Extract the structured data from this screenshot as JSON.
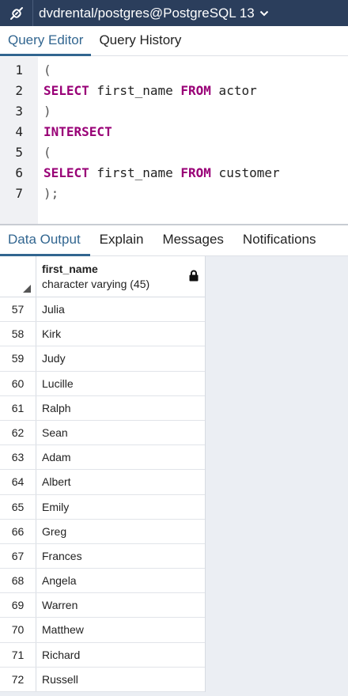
{
  "connection": {
    "title": "dvdrental/postgres@PostgreSQL 13"
  },
  "editor_tabs": [
    {
      "label": "Query Editor"
    },
    {
      "label": "Query History"
    }
  ],
  "editor": {
    "lines": [
      {
        "number": "1",
        "text": "("
      },
      {
        "number": "2",
        "keyword1": "SELECT",
        "mid": " first_name ",
        "keyword2": "FROM",
        "tail": " actor"
      },
      {
        "number": "3",
        "text": ")"
      },
      {
        "number": "4",
        "keyword1": "INTERSECT"
      },
      {
        "number": "5",
        "text": "("
      },
      {
        "number": "6",
        "keyword1": "SELECT",
        "mid": " first_name ",
        "keyword2": "FROM",
        "tail": " customer"
      },
      {
        "number": "7",
        "text": ");"
      }
    ]
  },
  "output_tabs": [
    {
      "label": "Data Output"
    },
    {
      "label": "Explain"
    },
    {
      "label": "Messages"
    },
    {
      "label": "Notifications"
    }
  ],
  "grid": {
    "column": {
      "name": "first_name",
      "type": "character varying (45)"
    },
    "rows": [
      {
        "num": "57",
        "value": "Julia"
      },
      {
        "num": "58",
        "value": "Kirk"
      },
      {
        "num": "59",
        "value": "Judy"
      },
      {
        "num": "60",
        "value": "Lucille"
      },
      {
        "num": "61",
        "value": "Ralph"
      },
      {
        "num": "62",
        "value": "Sean"
      },
      {
        "num": "63",
        "value": "Adam"
      },
      {
        "num": "64",
        "value": "Albert"
      },
      {
        "num": "65",
        "value": "Emily"
      },
      {
        "num": "66",
        "value": "Greg"
      },
      {
        "num": "67",
        "value": "Frances"
      },
      {
        "num": "68",
        "value": "Angela"
      },
      {
        "num": "69",
        "value": "Warren"
      },
      {
        "num": "70",
        "value": "Matthew"
      },
      {
        "num": "71",
        "value": "Richard"
      },
      {
        "num": "72",
        "value": "Russell"
      }
    ]
  },
  "icons": {
    "connection": "connection-icon",
    "dropdown": "chevron-down-icon",
    "lock": "lock-icon",
    "sort": "sort-triangle-icon"
  },
  "colors": {
    "topbar": "#2b3e5c",
    "accent": "#326690",
    "keyword": "#990077"
  }
}
